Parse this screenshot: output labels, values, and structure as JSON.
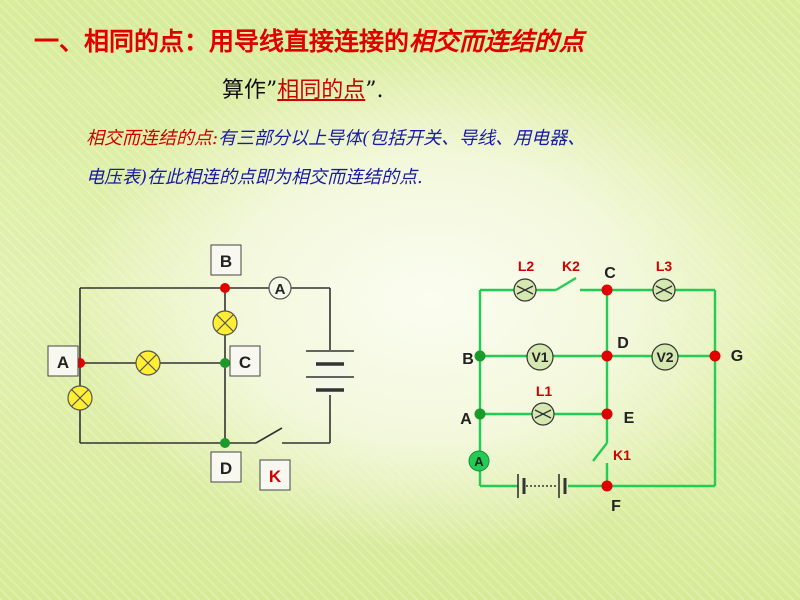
{
  "heading": {
    "prefix": "一、相同的点：用导线直接连接的",
    "emphasis": "相交而连结的点"
  },
  "subline": {
    "before": "算作”",
    "underlined": "相同的点",
    "after": "”."
  },
  "definition": {
    "term": "相交而连结的点:",
    "line1_rest": "有三部分以上导体(包括开关、导线、用电器、",
    "line2": "电压表)在此相连的点即为相交而连结的点."
  },
  "left_circuit": {
    "node_a": "A",
    "node_b": "B",
    "node_c": "C",
    "node_d": "D",
    "ammeter": "A",
    "switch": "K"
  },
  "right_circuit": {
    "node_a": "A",
    "node_b": "B",
    "node_c": "C",
    "node_d": "D",
    "node_e": "E",
    "node_f": "F",
    "node_g": "G",
    "lamp_l1": "L1",
    "lamp_l2": "L2",
    "lamp_l3": "L3",
    "switch_k1": "K1",
    "switch_k2": "K2",
    "voltmeter_v1": "V1",
    "voltmeter_v2": "V2",
    "ammeter": "A"
  },
  "colors": {
    "heading": "#e00000",
    "definition": "#1a1aa8",
    "left_wire": "#333333",
    "right_wire": "#22cc55",
    "red_node": "#e00000",
    "green_node": "#1a9a2a",
    "lamp_yellow": "#ffee33",
    "meter_fill": "#d4e8b0"
  }
}
